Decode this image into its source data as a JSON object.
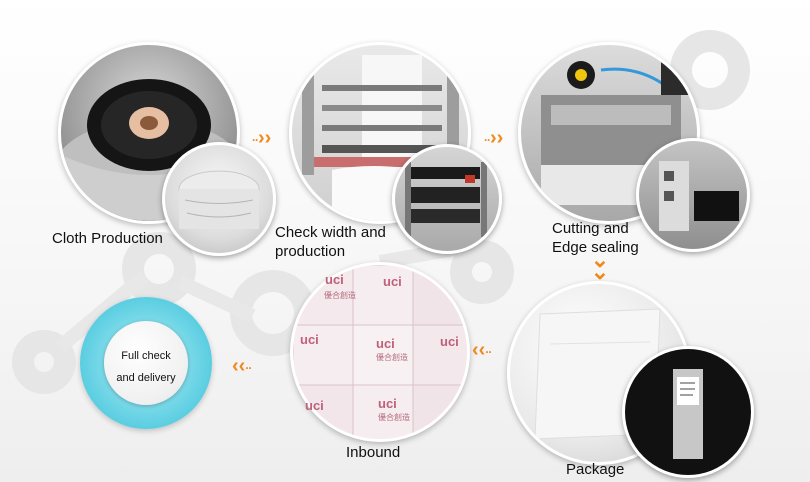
{
  "steps": [
    {
      "label": "Cloth Production"
    },
    {
      "label_line1": "Check width and",
      "label_line2": "production"
    },
    {
      "label_line1": "Cutting and",
      "label_line2": "Edge sealing"
    },
    {
      "label": "Package"
    },
    {
      "label": "Inbound"
    },
    {
      "label_line1": "Full check",
      "label_line2": "and delivery"
    }
  ],
  "arrow_glyph_right": "››",
  "arrow_glyph_left": "‹‹",
  "arrow_glyph_down": "⌄",
  "box_brand": "uci",
  "box_subtext": "優合創造",
  "colors": {
    "arrow": "#f08a1c",
    "final_ring": "#36bfd7"
  }
}
